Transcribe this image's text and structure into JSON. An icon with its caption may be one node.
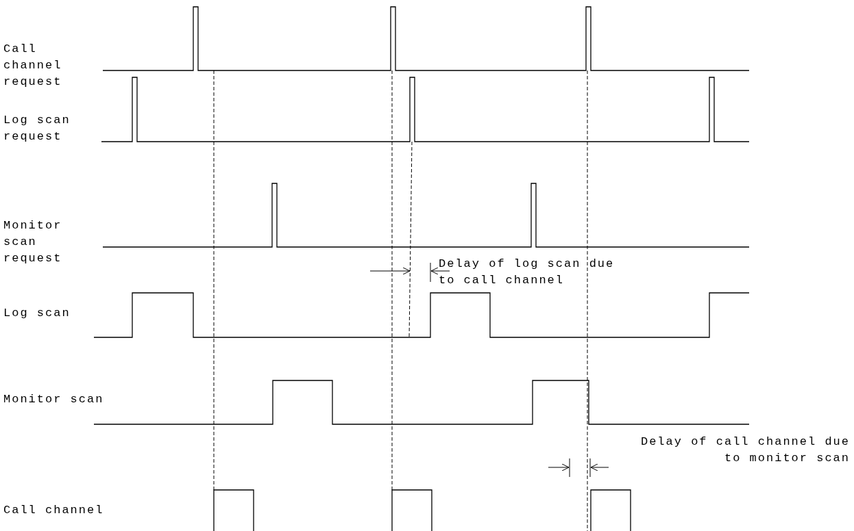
{
  "diagram": {
    "labels": [
      "Call channel request",
      "Log scan request",
      "Monitor scan request",
      "Delay of log scan due to call channel",
      "Log scan",
      "Monitor scan",
      "Delay of call channel due to monitor scan",
      "Call channel"
    ]
  }
}
